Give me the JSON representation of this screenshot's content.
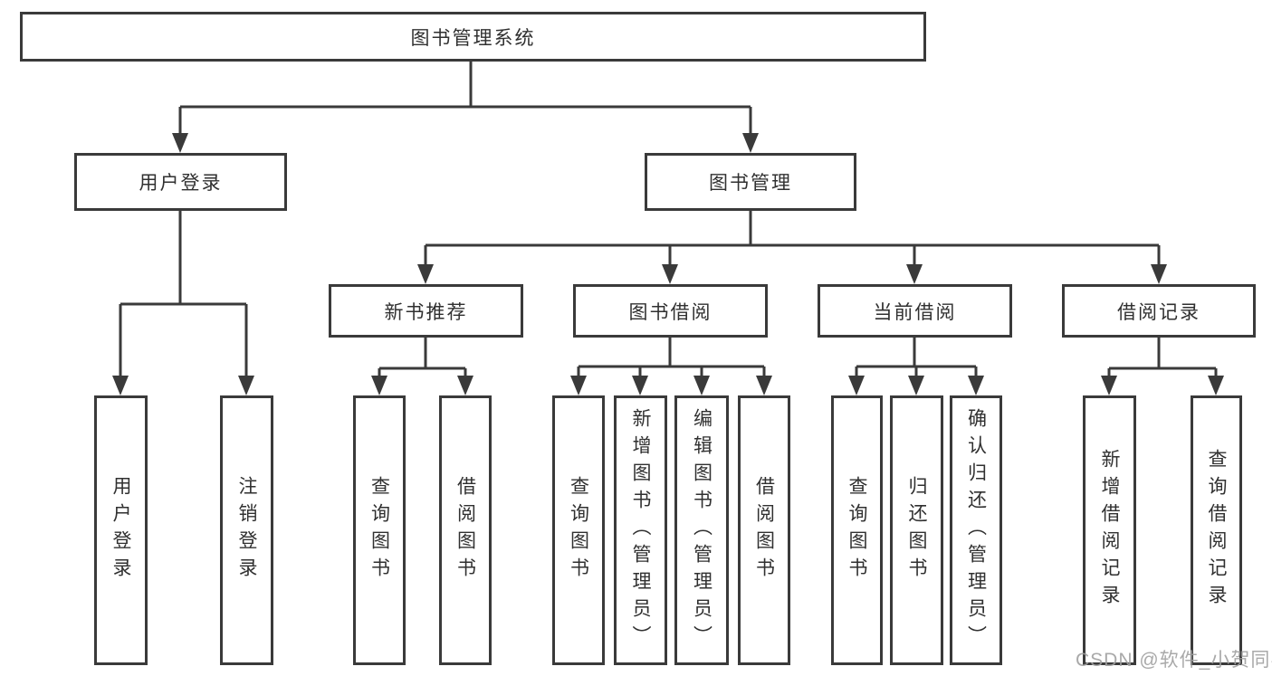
{
  "colors": {
    "line": "#3a3a3a",
    "box_border": "#3a3a3a",
    "box_fill": "#ffffff",
    "text": "#303030",
    "watermark": "#a0a0a0",
    "background": "#ffffff"
  },
  "watermark": {
    "text": "CSDN @软件_小贺同学"
  },
  "tree": {
    "root": {
      "label": "图书管理系统"
    },
    "branches": [
      {
        "label": "用户登录",
        "children": [
          {
            "label": "用户登录"
          },
          {
            "label": "注销登录"
          }
        ]
      },
      {
        "label": "图书管理",
        "children": [
          {
            "label": "新书推荐",
            "children": [
              {
                "label": "查询图书"
              },
              {
                "label": "借阅图书"
              }
            ]
          },
          {
            "label": "图书借阅",
            "children": [
              {
                "label": "查询图书"
              },
              {
                "label": "新增图书（管理员）"
              },
              {
                "label": "编辑图书（管理员）"
              },
              {
                "label": "借阅图书"
              }
            ]
          },
          {
            "label": "当前借阅",
            "children": [
              {
                "label": "查询图书"
              },
              {
                "label": "归还图书"
              },
              {
                "label": "确认归还（管理员）"
              }
            ]
          },
          {
            "label": "借阅记录",
            "children": [
              {
                "label": "新增借阅记录"
              },
              {
                "label": "查询借阅记录"
              }
            ]
          }
        ]
      }
    ]
  }
}
